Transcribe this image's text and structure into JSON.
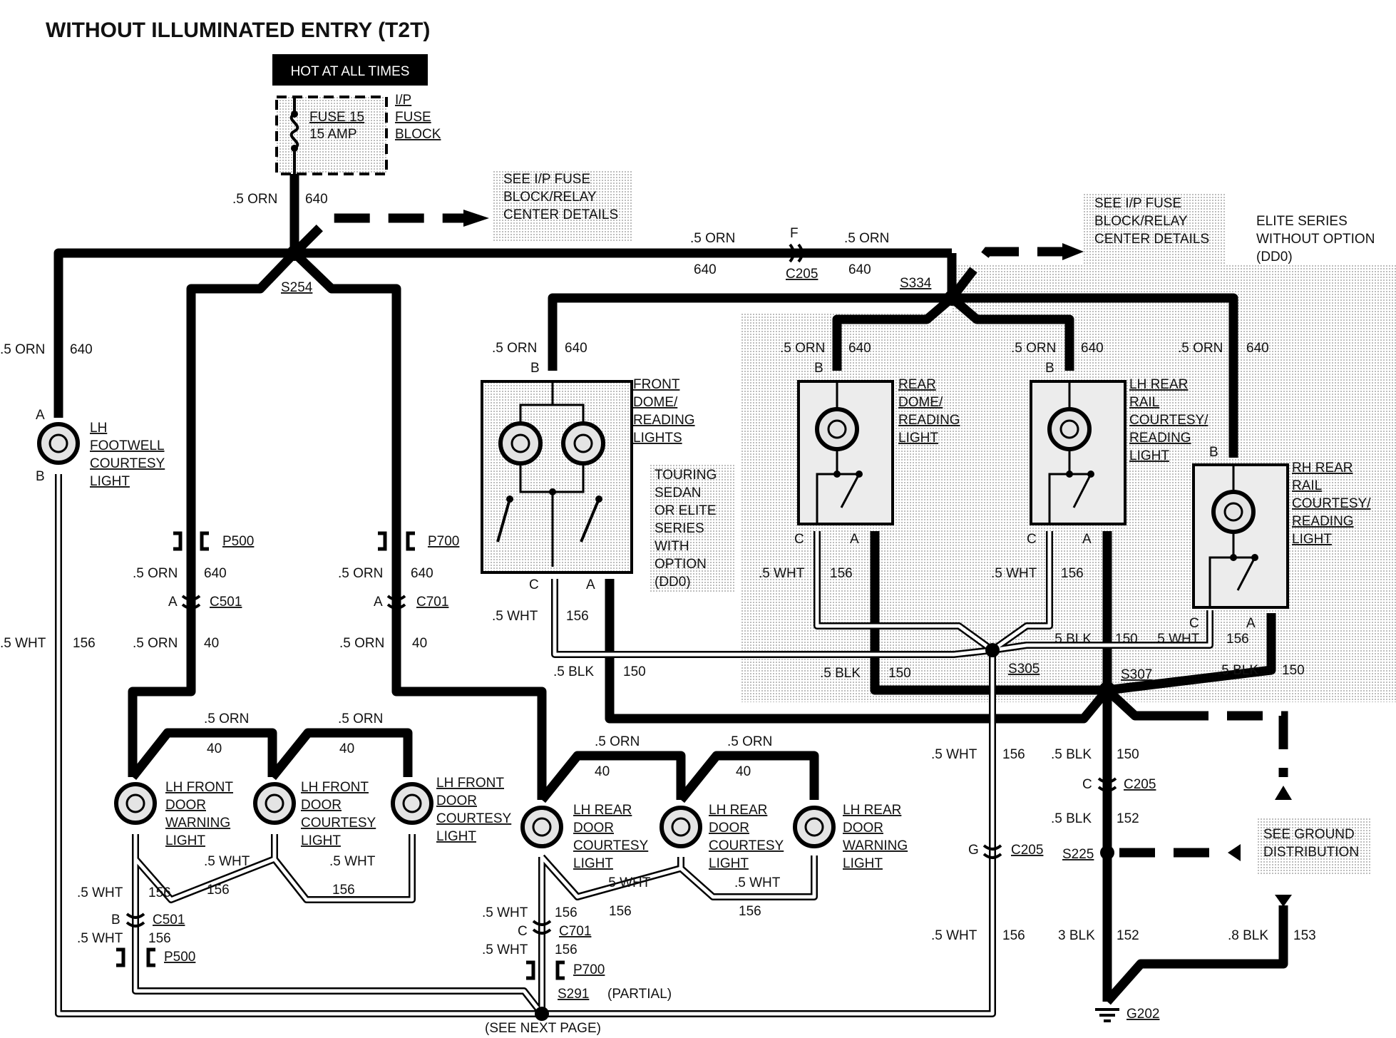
{
  "title": "WITHOUT ILLUMINATED ENTRY (T2T)",
  "hot_label": "HOT AT ALL TIMES",
  "fuse": {
    "line1": "FUSE 15",
    "line2": "15 AMP"
  },
  "fuse_block": [
    "I/P",
    "FUSE",
    "BLOCK"
  ],
  "note_ip1": [
    "SEE I/P FUSE",
    "BLOCK/RELAY",
    "CENTER DETAILS"
  ],
  "note_ip2": [
    "SEE I/P FUSE",
    "BLOCK/RELAY",
    "CENTER DETAILS"
  ],
  "note_elite": [
    "ELITE SERIES",
    "WITHOUT OPTION",
    "(DD0)"
  ],
  "note_touring": [
    "TOURING",
    "SEDAN",
    "OR ELITE",
    "SERIES",
    "WITH",
    "OPTION",
    "(DD0)"
  ],
  "note_ground": [
    "SEE GROUND",
    "DISTRIBUTION"
  ],
  "see_next": "(SEE NEXT PAGE)",
  "partial": "(PARTIAL)",
  "splices": {
    "s254": "S254",
    "s334": "S334",
    "s305": "S305",
    "s307": "S307",
    "s225": "S225",
    "s291": "S291",
    "g202": "G202"
  },
  "connectors": {
    "c205": "C205",
    "c501": "C501",
    "c701": "C701",
    "p500": "P500",
    "p700": "P700"
  },
  "pins": {
    "a": "A",
    "b": "B",
    "c": "C",
    "f": "F",
    "g": "G"
  },
  "wires": {
    "orn5": ".5 ORN",
    "wht5": ".5 WHT",
    "blk5": ".5 BLK",
    "blk3": "3 BLK",
    "blk8": ".8 BLK",
    "n640": "640",
    "n40": "40",
    "n156": "156",
    "n150": "150",
    "n152": "152",
    "n153": "153"
  },
  "components": {
    "lh_footwell": [
      "LH",
      "FOOTWELL",
      "COURTESY",
      "LIGHT"
    ],
    "front_dome": [
      "FRONT",
      "DOME/",
      "READING",
      "LIGHTS"
    ],
    "rear_dome": [
      "REAR",
      "DOME/",
      "READING",
      "LIGHT"
    ],
    "lh_rear_rail": [
      "LH REAR",
      "RAIL",
      "COURTESY/",
      "READING",
      "LIGHT"
    ],
    "rh_rear_rail": [
      "RH REAR",
      "RAIL",
      "COURTESY/",
      "READING",
      "LIGHT"
    ],
    "lh_front_warning": [
      "LH FRONT",
      "DOOR",
      "WARNING",
      "LIGHT"
    ],
    "lh_front_courtesy1": [
      "LH FRONT",
      "DOOR",
      "COURTESY",
      "LIGHT"
    ],
    "lh_front_courtesy2": [
      "LH FRONT",
      "DOOR",
      "COURTESY",
      "LIGHT"
    ],
    "lh_rear_courtesy1": [
      "LH REAR",
      "DOOR",
      "COURTESY",
      "LIGHT"
    ],
    "lh_rear_courtesy2": [
      "LH REAR",
      "DOOR",
      "COURTESY",
      "LIGHT"
    ],
    "lh_rear_warning": [
      "LH REAR",
      "DOOR",
      "WARNING",
      "LIGHT"
    ]
  }
}
